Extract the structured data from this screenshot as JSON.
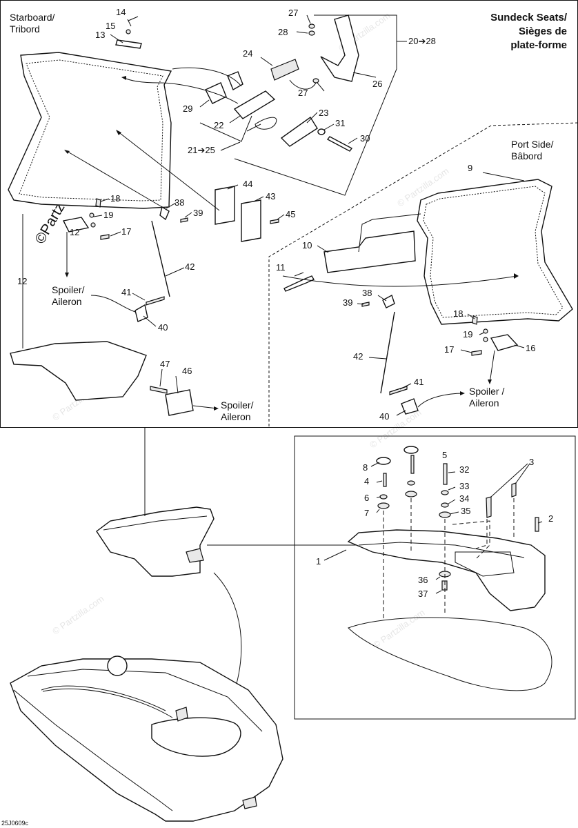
{
  "title_lines": [
    "Sundeck Seats/",
    "Sièges de",
    "plate-forme"
  ],
  "sections": {
    "starboard": [
      "Starboard/",
      "Tribord"
    ],
    "port": [
      "Port Side/",
      "Bâbord"
    ]
  },
  "callouts": {
    "spoiler_top": [
      "Spoiler/",
      "Aileron"
    ],
    "spoiler_mid": [
      "Spoiler/",
      "Aileron"
    ],
    "spoiler_port": [
      "Spoiler /",
      "Aileron"
    ]
  },
  "group_labels": {
    "g20_28": "20➔28",
    "g21_25": "21➔25"
  },
  "part_numbers": [
    "1",
    "2",
    "3",
    "4",
    "5",
    "6",
    "7",
    "8",
    "9",
    "10",
    "11",
    "12",
    "13",
    "14",
    "15",
    "16",
    "17",
    "18",
    "19",
    "22",
    "23",
    "24",
    "26",
    "27",
    "28",
    "29",
    "30",
    "31",
    "32",
    "33",
    "34",
    "35",
    "36",
    "37",
    "38",
    "39",
    "40",
    "41",
    "42",
    "43",
    "44",
    "45",
    "46",
    "47"
  ],
  "diagram_code": "25J0609c",
  "watermark": "© Partzilla.com",
  "copyright_mark": "©Partzilla.com"
}
